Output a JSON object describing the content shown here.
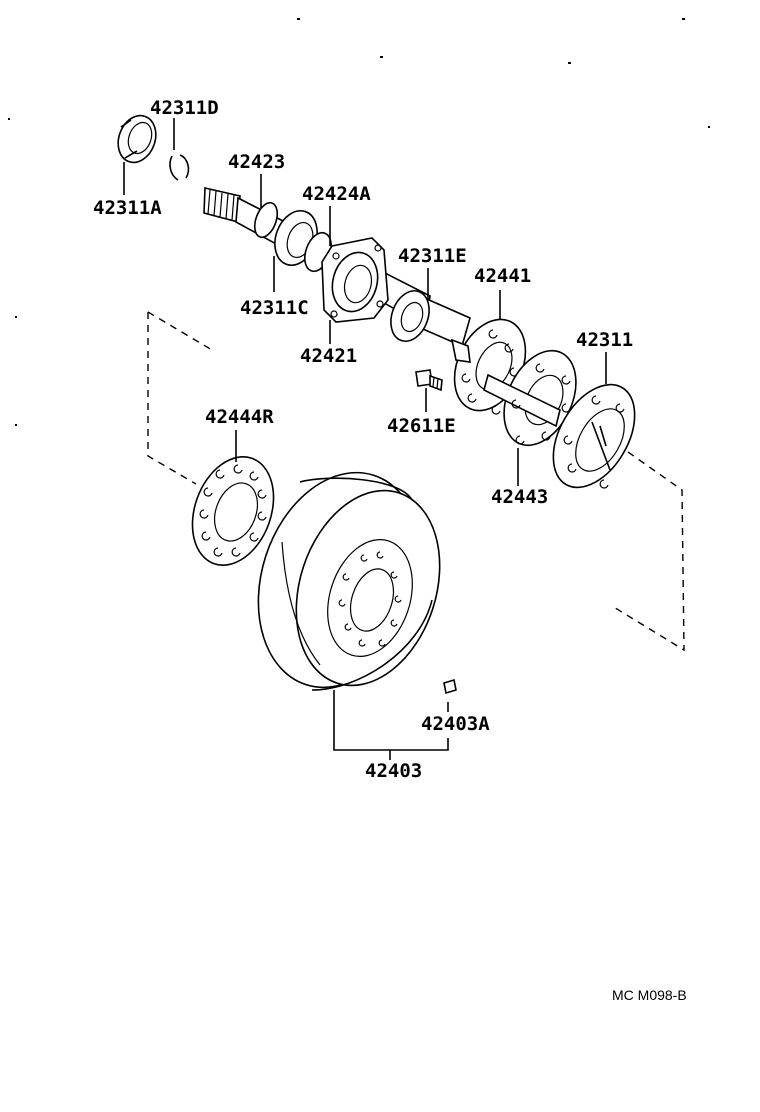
{
  "labels": {
    "p42311D": "42311D",
    "p42311A": "42311A",
    "p42423": "42423",
    "p42424A": "42424A",
    "p42311E": "42311E",
    "p42441": "42441",
    "p42311C": "42311C",
    "p42421": "42421",
    "p42311": "42311",
    "p42444R": "42444R",
    "p42611E": "42611E",
    "p42443": "42443",
    "p42403A": "42403A",
    "p42403": "42403"
  },
  "diagram_code": "MC M098-B"
}
